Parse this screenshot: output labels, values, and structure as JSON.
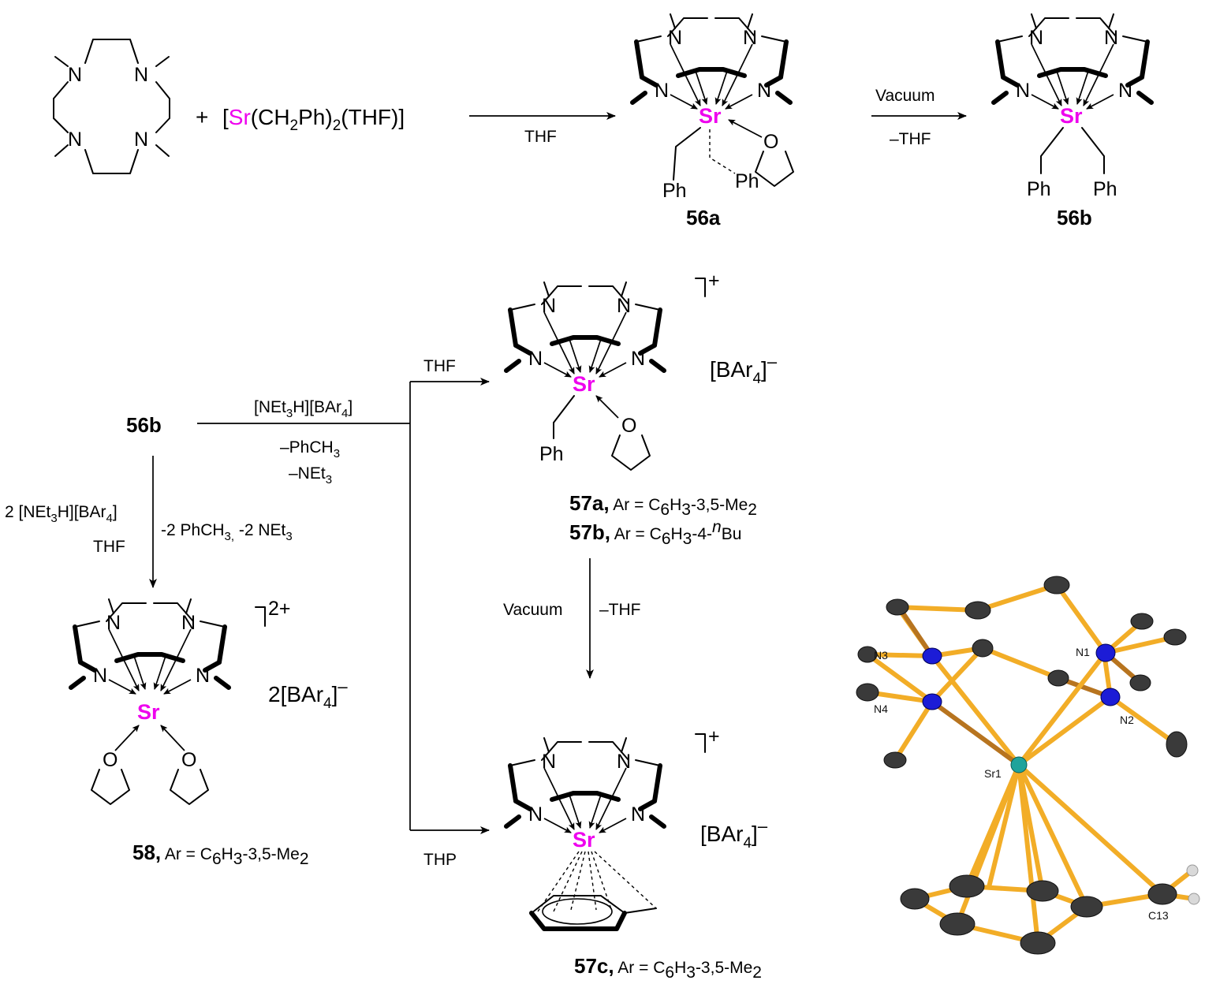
{
  "reaction1": {
    "plus": "+",
    "reagent_open": "[",
    "reagent_sr": "Sr",
    "reagent_rest": "(CH",
    "reagent_sub2": "2",
    "reagent_ph": "Ph)",
    "reagent_sub2b": "2",
    "reagent_thf": "(THF)]",
    "arrow1_below": "THF",
    "arrow2_above": "Vacuum",
    "arrow2_below": "–THF"
  },
  "atoms": {
    "N": "N",
    "Sr": "Sr",
    "O": "O",
    "Ph": "Ph"
  },
  "compounds": {
    "c56a": "56a",
    "c56b": "56b",
    "c56b_start": "56b"
  },
  "reaction2": {
    "reagent_main_a": "[NEt",
    "reagent_main_sub": "3",
    "reagent_main_b": "H][BAr",
    "reagent_main_sub2": "4",
    "reagent_main_c": "]",
    "byproduct1_a": "–PhCH",
    "byproduct1_sub": "3",
    "byproduct2": "–NEt",
    "byproduct2_sub": "3",
    "branch_thf": "THF",
    "branch_thp": "THP",
    "down_reagent_a": "2 [NEt",
    "down_reagent_sub": "3",
    "down_reagent_b": "H][BAr",
    "down_reagent_sub2": "4",
    "down_reagent_c": "]",
    "down_solvent": "THF",
    "down_byproduct_a": "-2 PhCH",
    "down_byproduct_sub": "3,",
    "down_byproduct_b": " -2 NEt",
    "down_byproduct_sub2": "3",
    "vac_left": "Vacuum",
    "vac_right": "–THF"
  },
  "cations": {
    "charge_plus": "+",
    "charge_2plus": "2+",
    "anion_a": "[BAr",
    "anion_sub": "4",
    "anion_b": "]",
    "anion_minus": "–",
    "anion2_prefix": "2"
  },
  "labels": {
    "l57a_bold": "57a,",
    "l57a_text": " Ar = C",
    "l57a_sub1": "6",
    "l57a_mid": "H",
    "l57a_sub2": "3",
    "l57a_end": "-3,5-Me",
    "l57a_sub3": "2",
    "l57b_bold": "57b,",
    "l57b_text": " Ar = C",
    "l57b_sub1": "6",
    "l57b_mid": "H",
    "l57b_sub2": "3",
    "l57b_end": "-4-",
    "l57b_sup": "n",
    "l57b_tail": "Bu",
    "l58_bold": "58,",
    "l58_text": "  Ar = C",
    "l58_sub1": "6",
    "l58_mid": "H",
    "l58_sub2": "3",
    "l58_end": "-3,5-Me",
    "l58_sub3": "2",
    "l57c_bold": "57c,",
    "l57c_text": " Ar = C",
    "l57c_sub1": "6",
    "l57c_mid": "H",
    "l57c_sub2": "3",
    "l57c_end": "-3,5-Me",
    "l57c_sub3": "2"
  },
  "ortep": {
    "N1": "N1",
    "N2": "N2",
    "N3": "N3",
    "N4": "N4",
    "Sr1": "Sr1",
    "C13": "C13",
    "colors": {
      "stick": "#f2ad27",
      "carbon": "#3a3a3a",
      "nitrogen": "#1c1cd6",
      "strontium": "#1fa39b",
      "hydrogen": "#d9d9d9"
    }
  }
}
